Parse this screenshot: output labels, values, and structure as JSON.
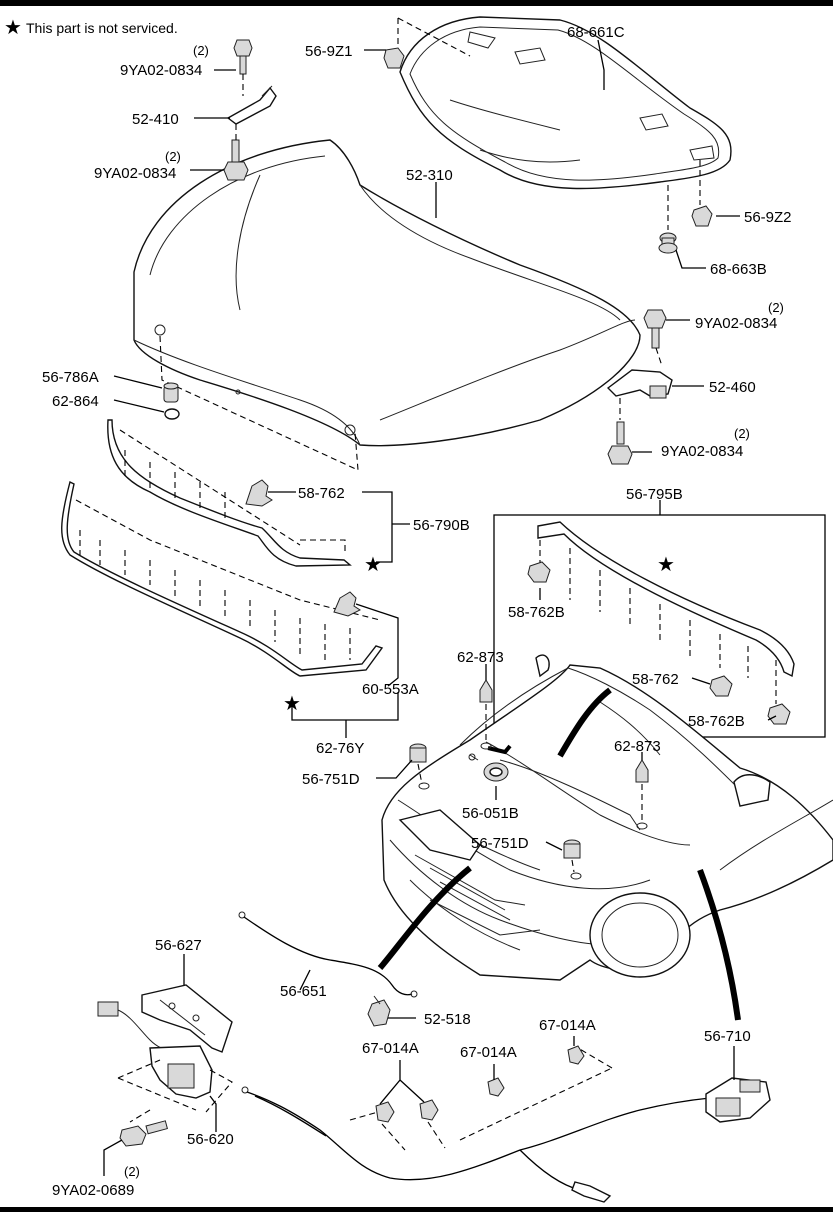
{
  "note": {
    "star_symbol": "★",
    "text": "This part is not serviced."
  },
  "callouts": {
    "c_9ya02_0834_a_qty": "(2)",
    "c_9ya02_0834_a": "9YA02-0834",
    "c_52_410": "52-410",
    "c_9ya02_0834_b_qty": "(2)",
    "c_9ya02_0834_b": "9YA02-0834",
    "c_56_9z1": "56-9Z1",
    "c_68_661c": "68-661C",
    "c_52_310": "52-310",
    "c_56_9z2": "56-9Z2",
    "c_68_663b": "68-663B",
    "c_9ya02_0834_c_qty": "(2)",
    "c_9ya02_0834_c": "9YA02-0834",
    "c_52_460": "52-460",
    "c_9ya02_0834_d_qty": "(2)",
    "c_9ya02_0834_d": "9YA02-0834",
    "c_56_786a": "56-786A",
    "c_62_864": "62-864",
    "c_58_762_a": "58-762",
    "c_56_790b": "56-790B",
    "c_56_795b": "56-795B",
    "c_58_762b_a": "58-762B",
    "c_58_762_b": "58-762",
    "c_58_762b_b": "58-762B",
    "c_60_553a": "60-553A",
    "c_62_76y": "62-76Y",
    "c_62_873_a": "62-873",
    "c_62_873_b": "62-873",
    "c_56_751d_a": "56-751D",
    "c_56_051b": "56-051B",
    "c_56_751d_b": "56-751D",
    "c_56_627": "56-627",
    "c_56_651": "56-651",
    "c_52_518": "52-518",
    "c_67_014a_a": "67-014A",
    "c_67_014a_b": "67-014A",
    "c_67_014a_c": "67-014A",
    "c_56_710": "56-710",
    "c_56_620": "56-620",
    "c_9ya02_0689_qty": "(2)",
    "c_9ya02_0689": "9YA02-0689"
  }
}
